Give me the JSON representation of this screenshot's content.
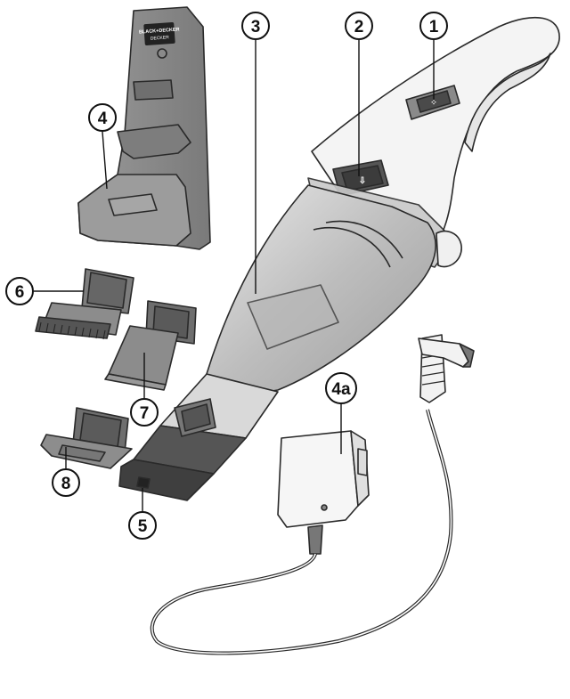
{
  "diagram": {
    "brand_logo_text": "BLACK+DECKER",
    "callouts": [
      {
        "id": "c1",
        "label": "1"
      },
      {
        "id": "c2",
        "label": "2"
      },
      {
        "id": "c3",
        "label": "3"
      },
      {
        "id": "c4",
        "label": "4"
      },
      {
        "id": "c4a",
        "label": "4a"
      },
      {
        "id": "c5",
        "label": "5"
      },
      {
        "id": "c6",
        "label": "6"
      },
      {
        "id": "c7",
        "label": "7"
      },
      {
        "id": "c8",
        "label": "8"
      }
    ],
    "colors": {
      "line": "#2a2a2a",
      "part_gray": "#8a8a8a",
      "part_dark": "#4a4a4a",
      "body_white": "#f2f2f2"
    }
  }
}
